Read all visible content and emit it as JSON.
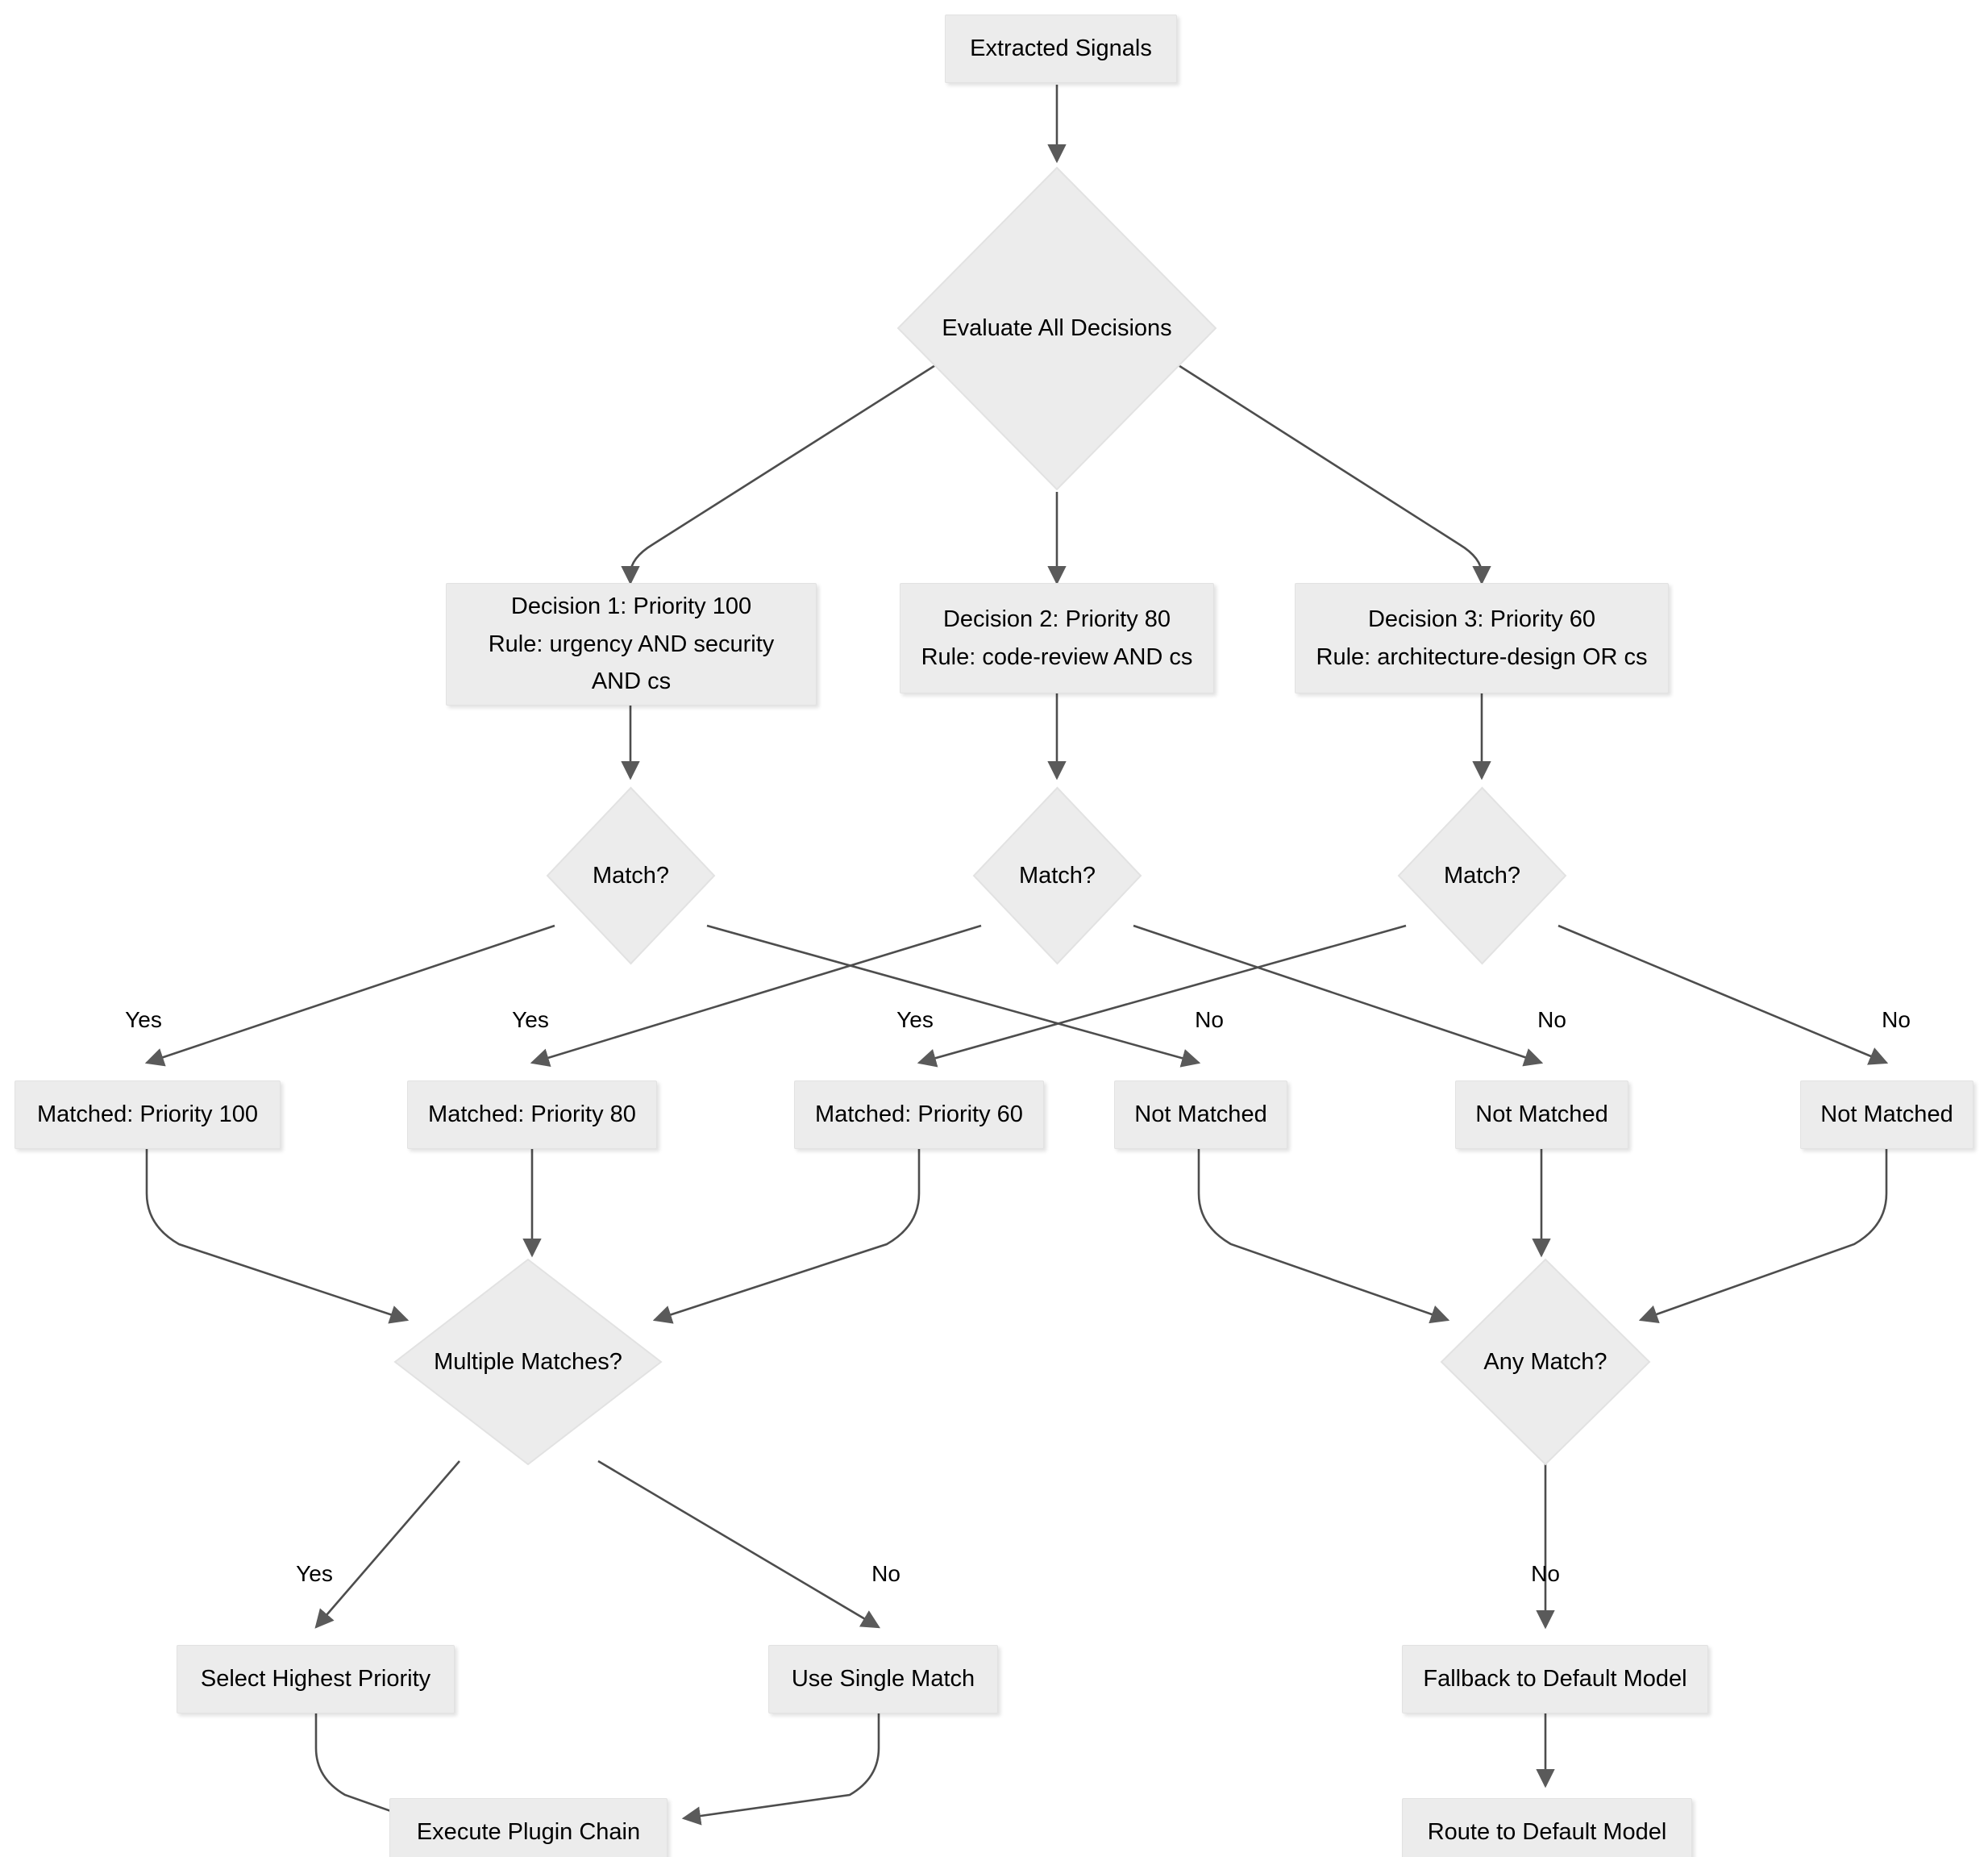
{
  "diagram": {
    "type": "flowchart",
    "direction": "top-down",
    "theme": {
      "node_fill": "#ececec",
      "node_stroke": "#e2e2e2",
      "edge_stroke": "#4d4d4d",
      "text_color": "#000000",
      "background": "#ffffff"
    },
    "nodes": [
      {
        "id": "extracted_signals",
        "shape": "rect",
        "lines": [
          "Extracted Signals"
        ]
      },
      {
        "id": "evaluate_all",
        "shape": "diamond",
        "lines": [
          "Evaluate All Decisions"
        ]
      },
      {
        "id": "decision1",
        "shape": "rect",
        "lines": [
          "Decision 1: Priority 100",
          "Rule: urgency AND security",
          "AND cs"
        ]
      },
      {
        "id": "decision2",
        "shape": "rect",
        "lines": [
          "Decision 2: Priority 80",
          "Rule: code-review AND cs"
        ]
      },
      {
        "id": "decision3",
        "shape": "rect",
        "lines": [
          "Decision 3: Priority 60",
          "Rule: architecture-design OR cs"
        ]
      },
      {
        "id": "match1",
        "shape": "diamond",
        "lines": [
          "Match?"
        ]
      },
      {
        "id": "match2",
        "shape": "diamond",
        "lines": [
          "Match?"
        ]
      },
      {
        "id": "match3",
        "shape": "diamond",
        "lines": [
          "Match?"
        ]
      },
      {
        "id": "matched100",
        "shape": "rect",
        "lines": [
          "Matched: Priority 100"
        ]
      },
      {
        "id": "matched80",
        "shape": "rect",
        "lines": [
          "Matched: Priority 80"
        ]
      },
      {
        "id": "matched60",
        "shape": "rect",
        "lines": [
          "Matched: Priority 60"
        ]
      },
      {
        "id": "notmatched1",
        "shape": "rect",
        "lines": [
          "Not Matched"
        ]
      },
      {
        "id": "notmatched2",
        "shape": "rect",
        "lines": [
          "Not Matched"
        ]
      },
      {
        "id": "notmatched3",
        "shape": "rect",
        "lines": [
          "Not Matched"
        ]
      },
      {
        "id": "multiple_matches",
        "shape": "diamond",
        "lines": [
          "Multiple Matches?"
        ]
      },
      {
        "id": "any_match",
        "shape": "diamond",
        "lines": [
          "Any Match?"
        ]
      },
      {
        "id": "select_highest",
        "shape": "rect",
        "lines": [
          "Select Highest Priority"
        ]
      },
      {
        "id": "use_single",
        "shape": "rect",
        "lines": [
          "Use Single Match"
        ]
      },
      {
        "id": "fallback_default",
        "shape": "rect",
        "lines": [
          "Fallback to Default Model"
        ]
      },
      {
        "id": "execute_plugin",
        "shape": "rect",
        "lines": [
          "Execute Plugin Chain"
        ]
      },
      {
        "id": "route_default",
        "shape": "rect",
        "lines": [
          "Route to Default Model"
        ]
      }
    ],
    "edge_labels": [
      {
        "id": "yes1",
        "text": "Yes"
      },
      {
        "id": "yes2",
        "text": "Yes"
      },
      {
        "id": "yes3",
        "text": "Yes"
      },
      {
        "id": "no1",
        "text": "No"
      },
      {
        "id": "no2",
        "text": "No"
      },
      {
        "id": "no3",
        "text": "No"
      },
      {
        "id": "mm_yes",
        "text": "Yes"
      },
      {
        "id": "mm_no",
        "text": "No"
      },
      {
        "id": "am_no",
        "text": "No"
      }
    ],
    "edges": [
      {
        "from": "extracted_signals",
        "to": "evaluate_all",
        "label": ""
      },
      {
        "from": "evaluate_all",
        "to": "decision1",
        "label": ""
      },
      {
        "from": "evaluate_all",
        "to": "decision2",
        "label": ""
      },
      {
        "from": "evaluate_all",
        "to": "decision3",
        "label": ""
      },
      {
        "from": "decision1",
        "to": "match1",
        "label": ""
      },
      {
        "from": "decision2",
        "to": "match2",
        "label": ""
      },
      {
        "from": "decision3",
        "to": "match3",
        "label": ""
      },
      {
        "from": "match1",
        "to": "matched100",
        "label": "Yes"
      },
      {
        "from": "match1",
        "to": "notmatched1",
        "label": "No"
      },
      {
        "from": "match2",
        "to": "matched80",
        "label": "Yes"
      },
      {
        "from": "match2",
        "to": "notmatched2",
        "label": "No"
      },
      {
        "from": "match3",
        "to": "matched60",
        "label": "Yes"
      },
      {
        "from": "match3",
        "to": "notmatched3",
        "label": "No"
      },
      {
        "from": "matched100",
        "to": "multiple_matches",
        "label": ""
      },
      {
        "from": "matched80",
        "to": "multiple_matches",
        "label": ""
      },
      {
        "from": "matched60",
        "to": "multiple_matches",
        "label": ""
      },
      {
        "from": "notmatched1",
        "to": "any_match",
        "label": ""
      },
      {
        "from": "notmatched2",
        "to": "any_match",
        "label": ""
      },
      {
        "from": "notmatched3",
        "to": "any_match",
        "label": ""
      },
      {
        "from": "multiple_matches",
        "to": "select_highest",
        "label": "Yes"
      },
      {
        "from": "multiple_matches",
        "to": "use_single",
        "label": "No"
      },
      {
        "from": "any_match",
        "to": "fallback_default",
        "label": "No"
      },
      {
        "from": "select_highest",
        "to": "execute_plugin",
        "label": ""
      },
      {
        "from": "use_single",
        "to": "execute_plugin",
        "label": ""
      },
      {
        "from": "fallback_default",
        "to": "route_default",
        "label": ""
      }
    ]
  }
}
